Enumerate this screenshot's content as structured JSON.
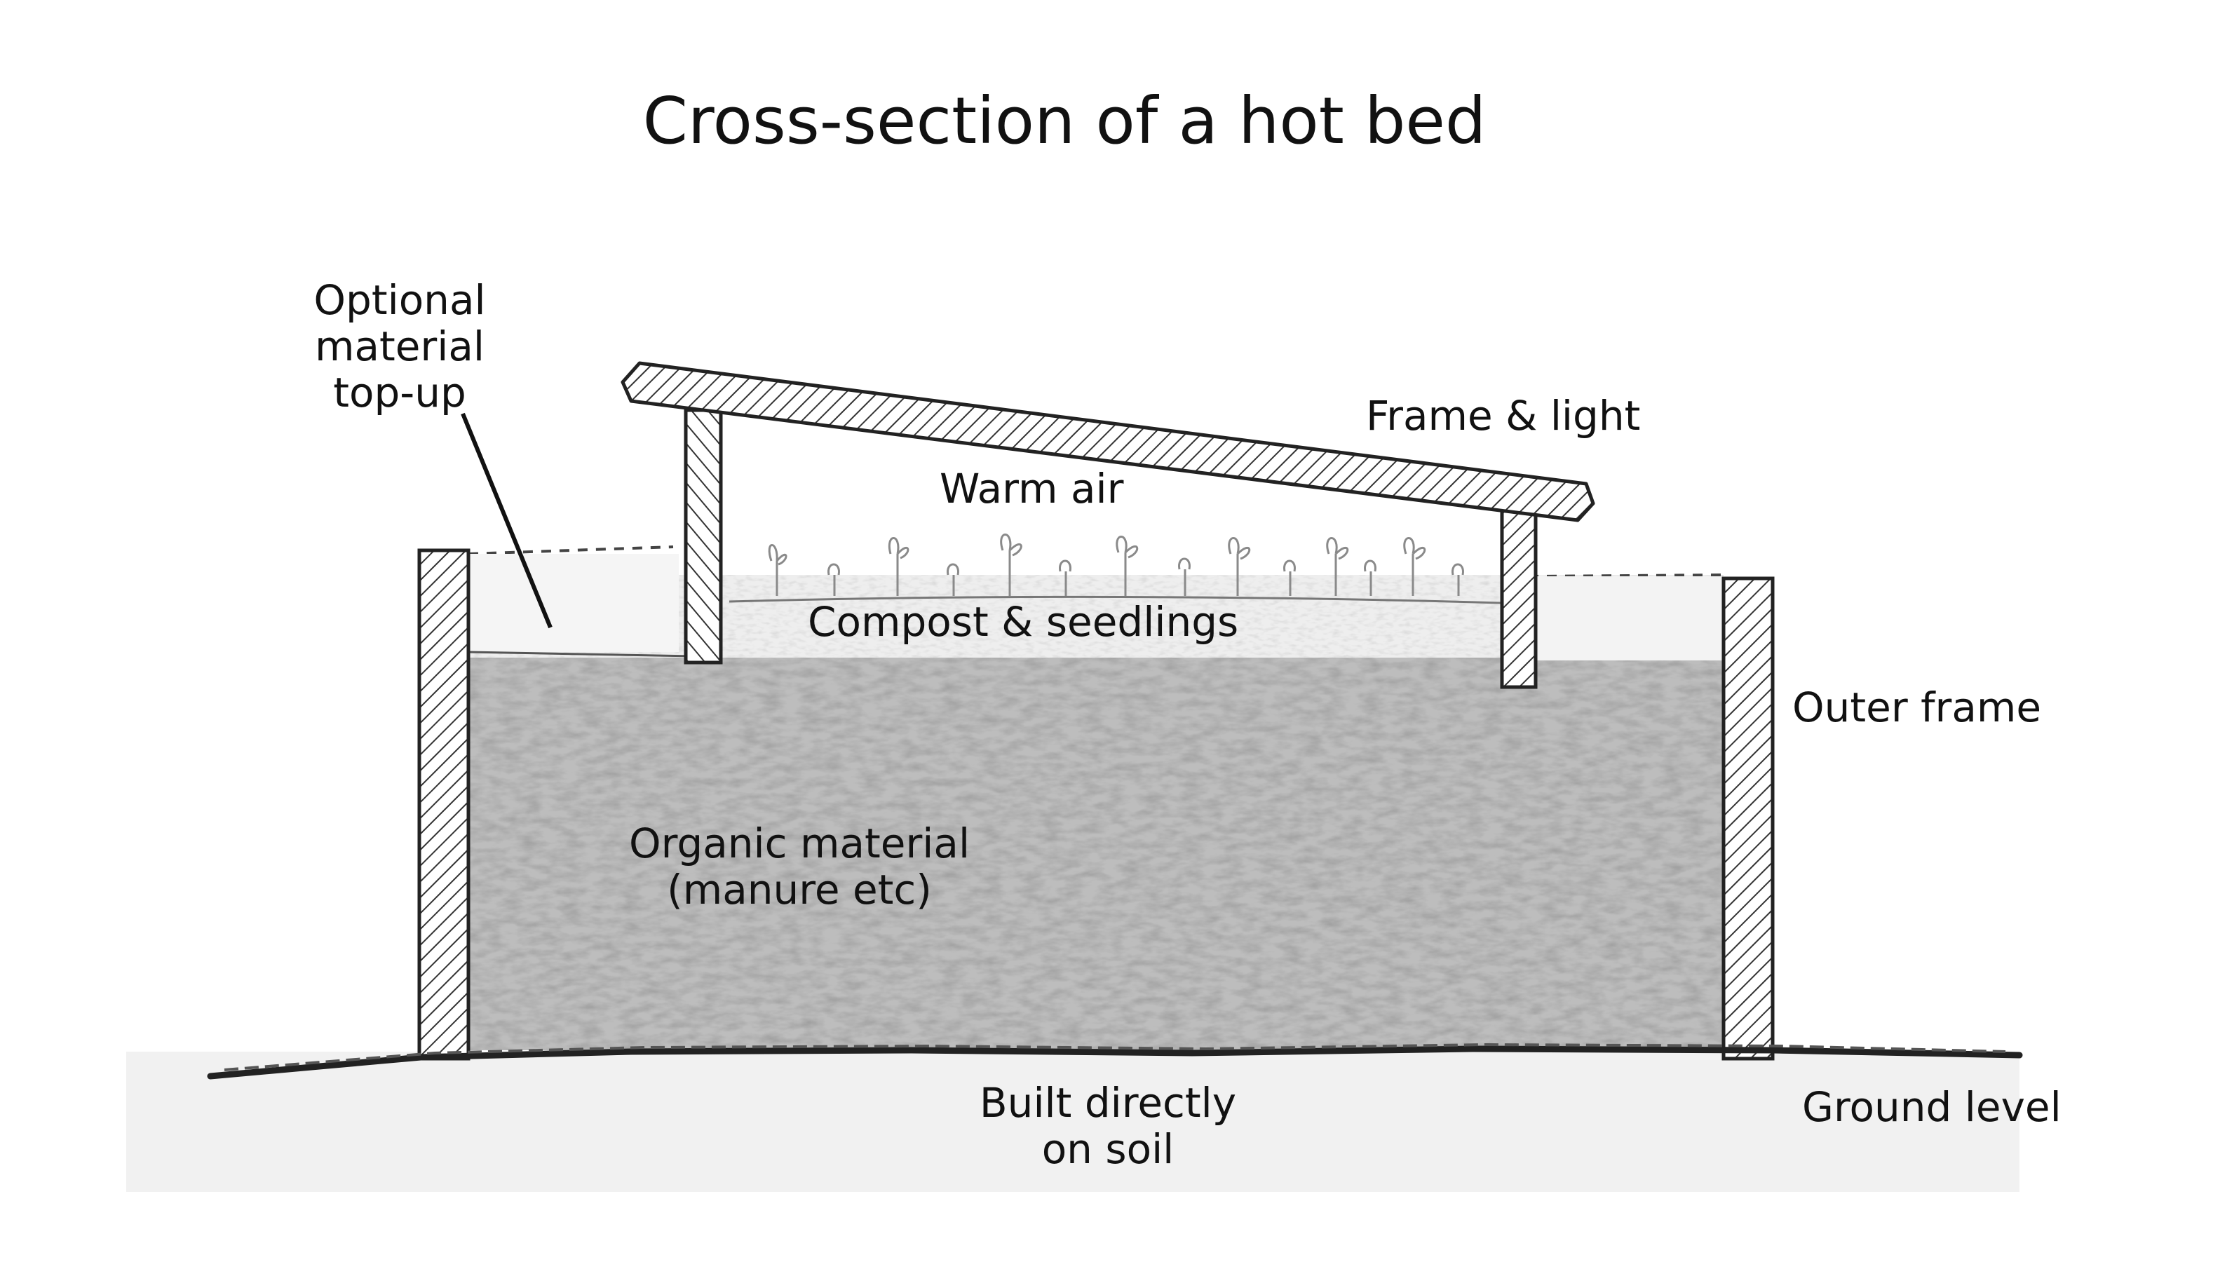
{
  "title": "Cross-section of a hot bed",
  "labels": {
    "optional_topup": [
      "Optional",
      "material",
      "top-up"
    ],
    "frame_light": "Frame & light",
    "warm_air": "Warm air",
    "compost_seedlings": "Compost & seedlings",
    "outer_frame": "Outer frame",
    "organic_material": [
      "Organic material",
      "(manure etc)"
    ],
    "built_on_soil": [
      "Built directly",
      "on soil"
    ],
    "ground_level": "Ground level"
  },
  "colors": {
    "paper": "#ffffff",
    "pencil": "#2a2a2a",
    "shading": "#8a8a8a",
    "light_shading": "#cfcfcf"
  }
}
